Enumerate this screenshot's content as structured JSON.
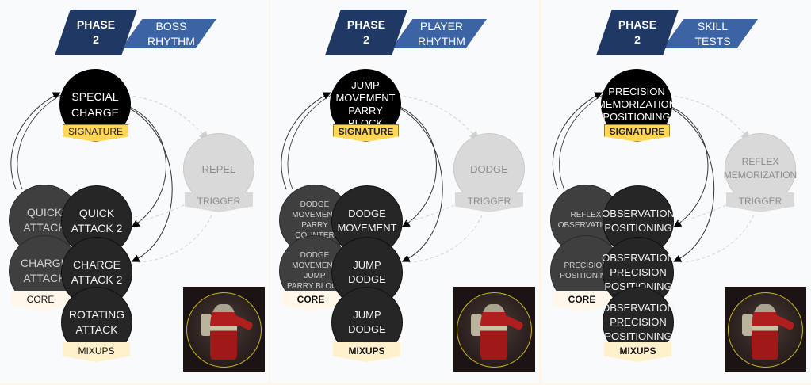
{
  "panels": [
    {
      "header": {
        "phase": "PHASE\n2",
        "title": "BOSS\nRHYTHM"
      },
      "signature": {
        "text": "SPECIAL\nCHARGE",
        "tag": "SIGNATURE"
      },
      "trigger": {
        "text": "REPEL",
        "tag": "TRIGGER"
      },
      "core": [
        {
          "text": "QUICK\nATTACK"
        },
        {
          "text": "CHARGE\nATTACK"
        }
      ],
      "core_tag": "CORE",
      "mixups": [
        {
          "text": "QUICK\nATTACK 2"
        },
        {
          "text": "CHARGE\nATTACK 2"
        },
        {
          "text": "ROTATING\nATTACK"
        }
      ],
      "mixups_tag": "MIXUPS",
      "image": "boss-portrait"
    },
    {
      "header": {
        "phase": "PHASE\n2",
        "title": "PLAYER\nRHYTHM"
      },
      "signature": {
        "text": "JUMP\nMOVEMENT\nPARRY BLOCK",
        "tag": "SIGNATURE"
      },
      "trigger": {
        "text": "DODGE",
        "tag": "TRIGGER"
      },
      "core": [
        {
          "text": "DODGE\nMOVEMENT\nPARRY\nCOUNTER"
        },
        {
          "text": "DODGE\nMOVEMENT\nJUMP\nPARRY BLOCK"
        }
      ],
      "core_tag": "CORE",
      "mixups": [
        {
          "text": "DODGE\nMOVEMENT"
        },
        {
          "text": "JUMP\nDODGE"
        },
        {
          "text": "JUMP\nDODGE"
        }
      ],
      "mixups_tag": "MIXUPS",
      "image": "boss-portrait"
    },
    {
      "header": {
        "phase": "PHASE\n2",
        "title": "SKILL\nTESTS"
      },
      "signature": {
        "text": "PRECISION\nMEMORIZATION\nPOSITIONING",
        "tag": "SIGNATURE"
      },
      "trigger": {
        "text": "REFLEX\nMEMORIZATION",
        "tag": "TRIGGER"
      },
      "core": [
        {
          "text": "REFLEX\nOBSERVATION"
        },
        {
          "text": "PRECISION\nPOSITIONING"
        }
      ],
      "core_tag": "CORE",
      "mixups": [
        {
          "text": "OBSERVATION\nPOSITIONING"
        },
        {
          "text": "OBSERVATION\nPRECISION\nPOSITIONING"
        },
        {
          "text": "OBSERVATION\nPRECISION\nPOSITIONING"
        }
      ],
      "mixups_tag": "MIXUPS",
      "image": "boss-portrait"
    }
  ],
  "colors": {
    "header_dark": "#203864",
    "header_light": "#3c63a3",
    "signature_tag": "#ffd657",
    "trigger": "#d9d9d9",
    "core_circle": "#3f3f3f",
    "mixup_circle": "#262626"
  }
}
